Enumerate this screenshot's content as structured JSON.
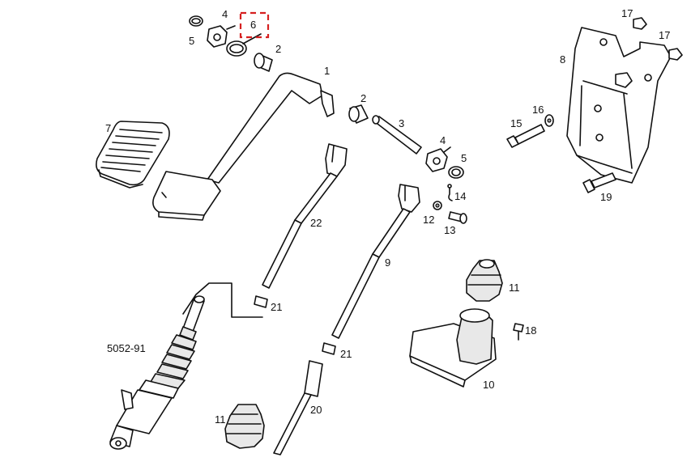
{
  "diagram": {
    "code": "5052-91",
    "highlight_color": "#d62020",
    "highlighted_label": "6",
    "labels": {
      "p1": "1",
      "p2a": "2",
      "p2b": "2",
      "p3": "3",
      "p4a": "4",
      "p4b": "4",
      "p5a": "5",
      "p5b": "5",
      "p6": "6",
      "p7": "7",
      "p8": "8",
      "p9": "9",
      "p10": "10",
      "p11a": "11",
      "p11b": "11",
      "p12": "12",
      "p13": "13",
      "p14": "14",
      "p15": "15",
      "p16": "16",
      "p17a": "17",
      "p17b": "17",
      "p18": "18",
      "p19": "19",
      "p20": "20",
      "p21a": "21",
      "p21b": "21",
      "p22": "22"
    }
  }
}
